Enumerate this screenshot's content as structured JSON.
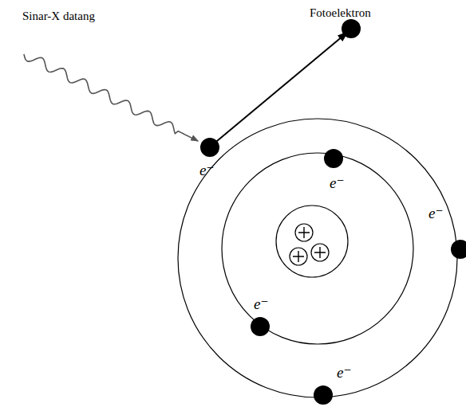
{
  "diagram": {
    "labels": [
      "Sinar-X datang",
      "Fotoelektron",
      "e⁻",
      "e⁻",
      "e⁻",
      "e⁻",
      "e⁻"
    ]
  }
}
